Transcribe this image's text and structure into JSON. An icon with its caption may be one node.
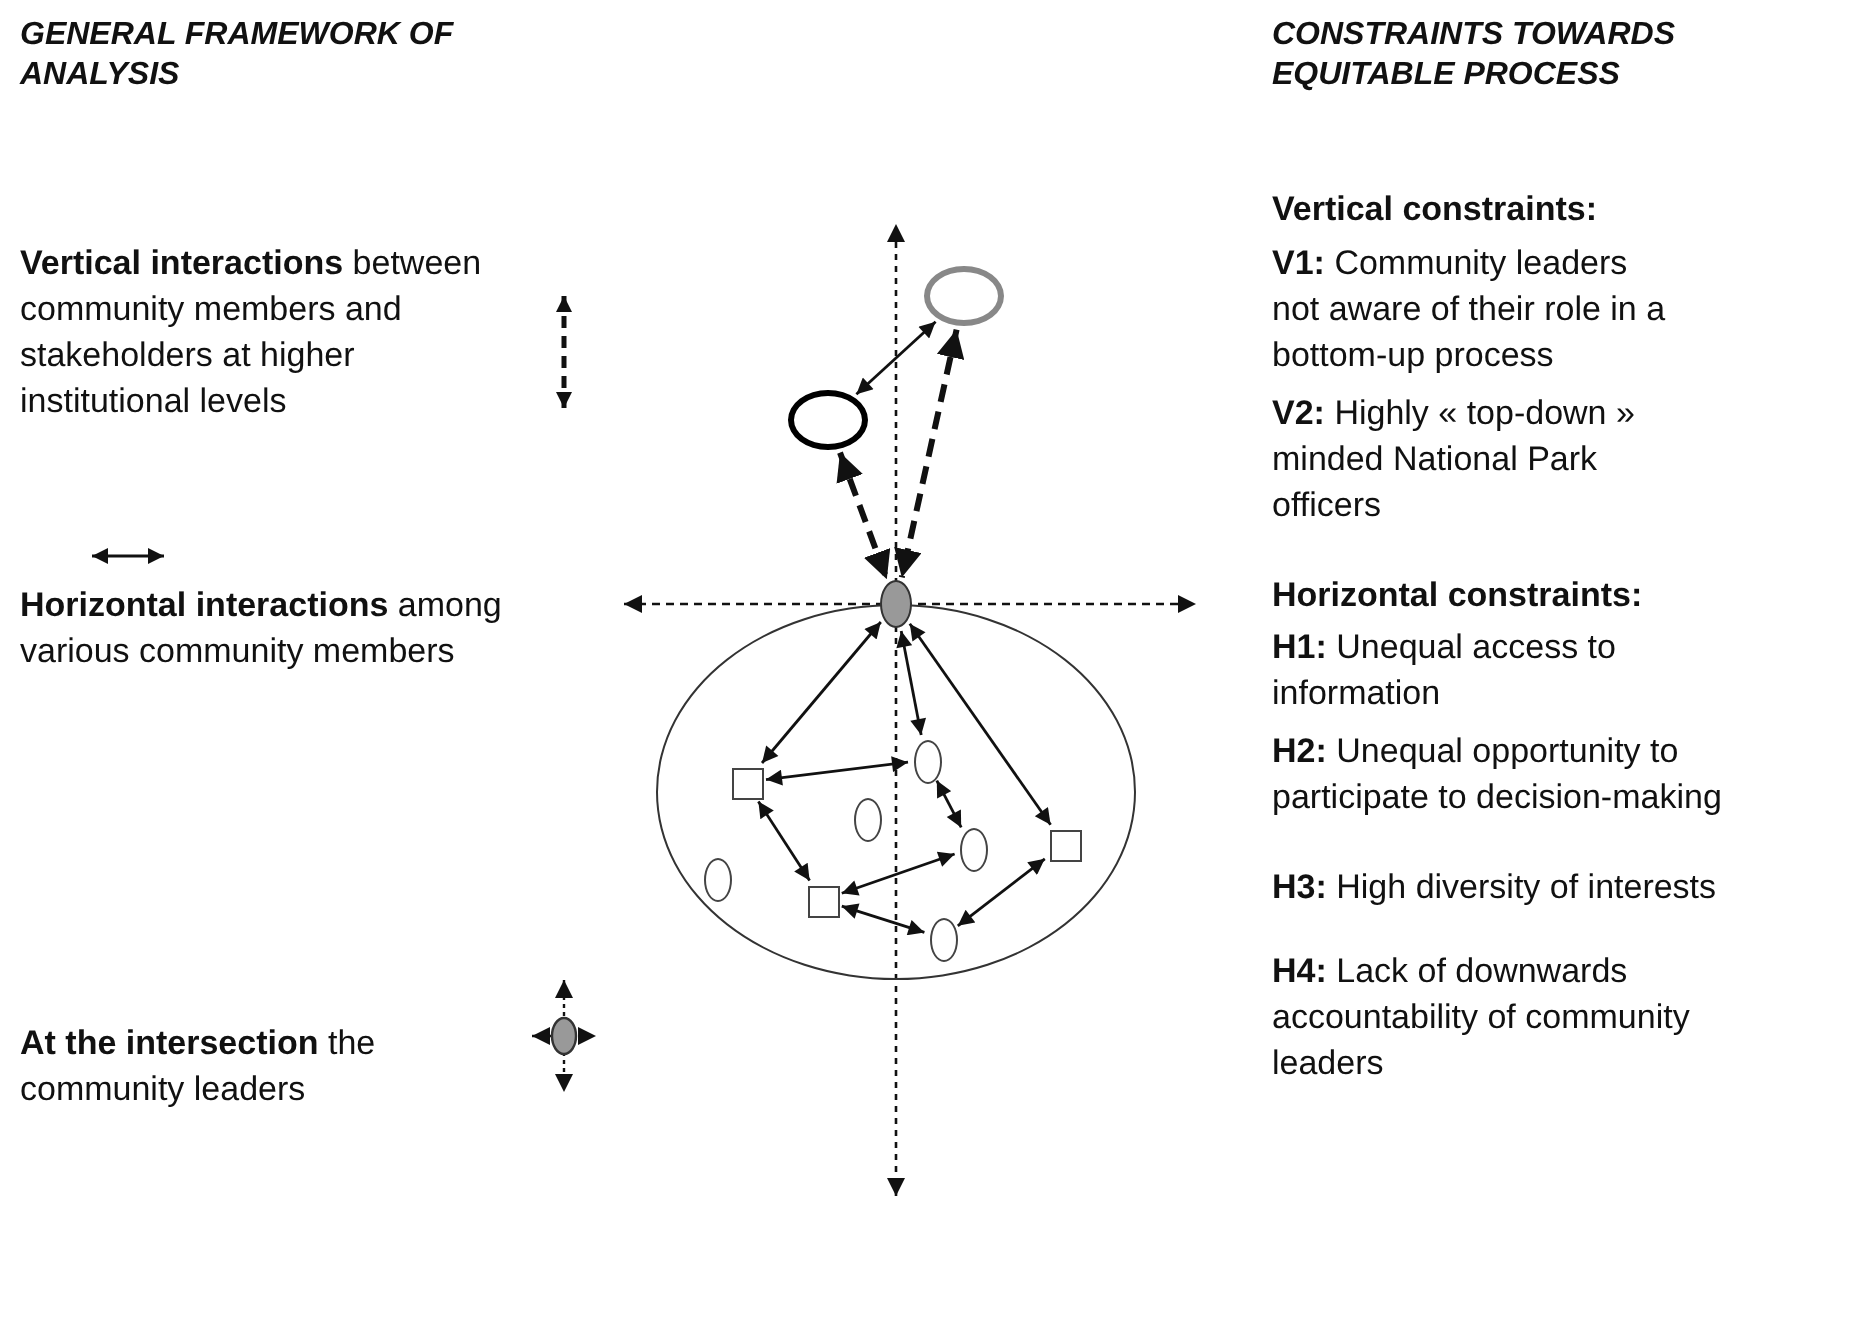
{
  "diagram": {
    "nodes": [
      {
        "text": [],
        "shape": "ellipse"
      },
      {
        "text": [],
        "shape": "ellipse"
      },
      {
        "text": [],
        "shape": "ellipse"
      },
      {
        "text": [],
        "shape": "ellipse"
      },
      {
        "text": [],
        "shape": "ellipse",
        "in": 0
      },
      {
        "text": [],
        "shape": "box",
        "in": 0
      },
      {
        "text": [],
        "shape": "ellipse",
        "in": 0
      },
      {
        "text": [],
        "shape": "box",
        "in": 0
      },
      {
        "text": [],
        "shape": "ellipse",
        "in": 0
      },
      {
        "text": [],
        "shape": "ellipse",
        "in": 0
      },
      {
        "text": [],
        "shape": "box",
        "in": 0
      },
      {
        "text": [],
        "shape": "ellipse",
        "in": 0
      }
    ],
    "edges": [
      {
        "from": 1,
        "to": 2,
        "arrow": "both"
      },
      {
        "from": 1,
        "to": 3,
        "arrow": "both",
        "style": "dashed"
      },
      {
        "from": 2,
        "to": 3,
        "arrow": "both",
        "style": "dashed"
      },
      {
        "from": 3,
        "to": 5,
        "arrow": "both"
      },
      {
        "from": 3,
        "to": 4,
        "arrow": "both"
      },
      {
        "from": 3,
        "to": 7,
        "arrow": "both"
      },
      {
        "from": 5,
        "to": 4,
        "arrow": "both"
      },
      {
        "from": 4,
        "to": 8,
        "arrow": "both"
      },
      {
        "from": 5,
        "to": 10,
        "arrow": "both"
      },
      {
        "from": 10,
        "to": 8,
        "arrow": "both"
      },
      {
        "from": 7,
        "to": 11,
        "arrow": "both"
      },
      {
        "from": 10,
        "to": 11,
        "arrow": "both"
      }
    ],
    "labels": [
      "GENERAL FRAMEWORK OF ANALYSIS",
      "CONSTRAINTS TOWARDS EQUITABLE PROCESS",
      "Vertical constraints:",
      "**V1:** Community leaders not aware of their role in a bottom-up process",
      "**V2:** Highly « top-down » minded National Park officers",
      "Horizontal constraints:",
      "**H1:** Unequal access to information",
      "**H2:** Unequal opportunity to participate to decision-making",
      "**H3:** High diversity of interests",
      "**H4:** Lack of downwards accountability of community leaders"
    ],
    "legend": [
      {
        "text": "**Vertical interactions** between community members and stakeholders at higher institutional levels"
      },
      {
        "text": "**Horizontal interactions** among various community members"
      },
      {
        "text": "**At the intersection** the community leaders"
      }
    ]
  }
}
